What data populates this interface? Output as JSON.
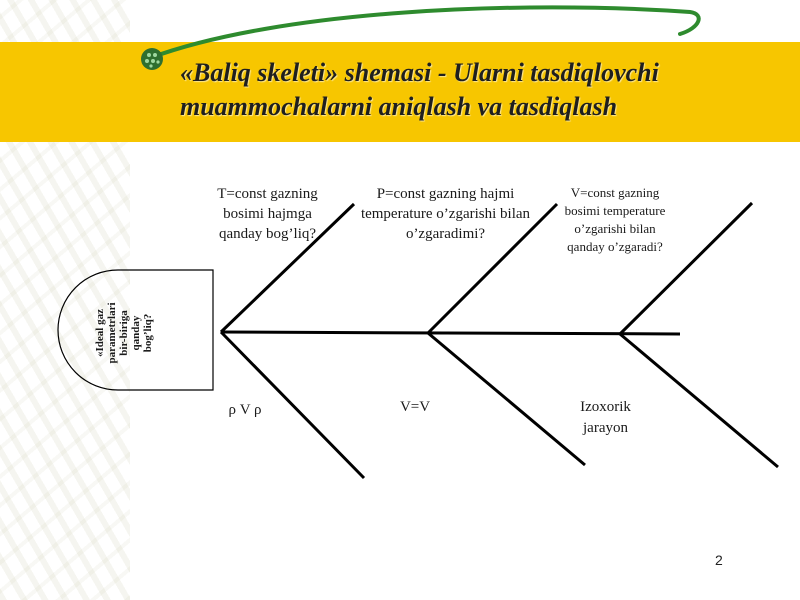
{
  "slide": {
    "title": "«Baliq skeleti» shemasi  - Ularni tasdiqlovchi muammochalarni aniqlash va tasdiqlash",
    "page_number": "2"
  },
  "fishbone": {
    "head": "«Ideal gaz\nparametrlari\nbir-biriga\nqanday\nbog’liq?",
    "top_bones": [
      "T=const gazning bosimi hajmga qanday bog’liq?",
      "P=const gazning hajmi temperature o’zgarishi bilan o’zgaradimi?",
      "V=const gazning bosimi temperature o’zgarishi bilan qanday o’zgaradi?"
    ],
    "bottom_bones": [
      "ρ V ρ",
      "V=V",
      "Izoxorik jarayon"
    ]
  },
  "colors": {
    "title_band": "#f7c600",
    "swoosh": "#2e8b2e",
    "lines": "#000000"
  }
}
